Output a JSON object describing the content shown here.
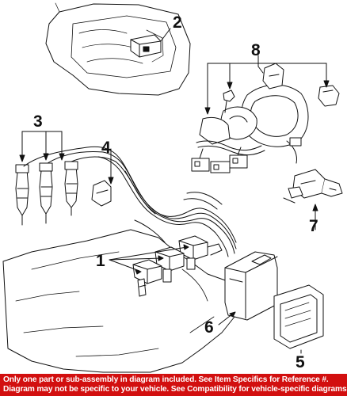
{
  "callouts": {
    "c1": "1",
    "c2": "2",
    "c3": "3",
    "c4": "4",
    "c5": "5",
    "c6": "6",
    "c7": "7",
    "c8": "8"
  },
  "footer": {
    "line1": "Only one part or sub-assembly in diagram included. See Item Specifics for Reference #.",
    "line2": "Diagram may not be specific to your vehicle. See Compatibility for vehicle-specific diagrams."
  },
  "colors": {
    "footer_bg": "#d20f0f",
    "footer_text": "#ffffff",
    "line_art": "#111111"
  }
}
